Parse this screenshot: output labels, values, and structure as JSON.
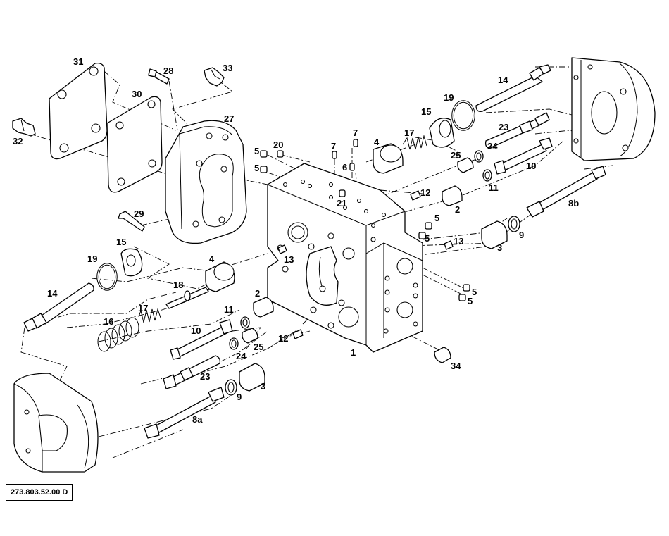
{
  "drawing_number": "273.803.52.00 D",
  "callouts": [
    "1",
    "2",
    "2",
    "3",
    "3",
    "4",
    "4",
    "5",
    "5",
    "5",
    "5",
    "5",
    "5",
    "6",
    "7",
    "7",
    "8a",
    "8b",
    "9",
    "9",
    "10",
    "10",
    "11",
    "11",
    "12",
    "12",
    "13",
    "13",
    "14",
    "14",
    "15",
    "15",
    "16",
    "17",
    "17",
    "18",
    "19",
    "19",
    "20",
    "21",
    "23",
    "23",
    "24",
    "24",
    "25",
    "25",
    "27",
    "28",
    "29",
    "30",
    "31",
    "32",
    "33",
    "34"
  ]
}
